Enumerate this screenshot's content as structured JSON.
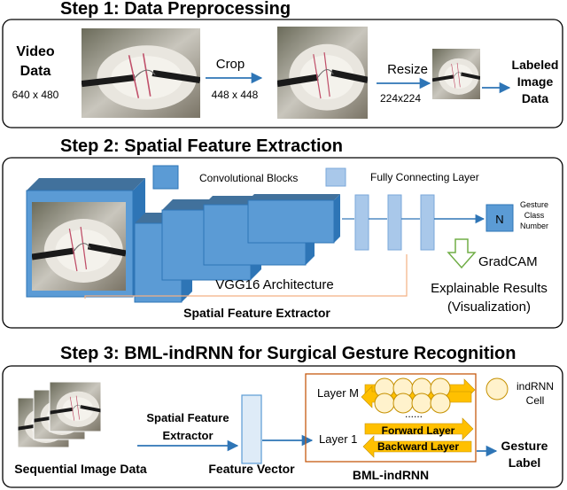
{
  "step1": {
    "title": "Step 1: Data Preprocessing",
    "video_label_line1": "Video",
    "video_label_line2": "Data",
    "video_size": "640 x 480",
    "crop_label": "Crop",
    "crop_size": "448 x 448",
    "resize_label": "Resize",
    "resize_size": "224x224",
    "labeled_line1": "Labeled",
    "labeled_line2": "Image",
    "labeled_line3": "Data"
  },
  "step2": {
    "title": "Step 2: Spatial Feature Extraction",
    "legend_conv": "Convolutional Blocks",
    "legend_fc": "Fully Connecting Layer",
    "output_node": "N",
    "gesture_class_line1": "Gesture",
    "gesture_class_line2": "Class",
    "gesture_class_line3": "Number",
    "gradcam": "GradCAM",
    "explain_line1": "Explainable Results",
    "explain_line2": "(Visualization)",
    "vgg_label": "VGG16 Architecture",
    "extractor_label": "Spatial Feature Extractor"
  },
  "step3": {
    "title": "Step 3: BML-indRNN for Surgical Gesture Recognition",
    "spatial_line1": "Spatial Feature",
    "spatial_line2": "Extractor",
    "sequential_label": "Sequential Image Data",
    "feature_vector_label": "Feature Vector",
    "layer_m": "Layer M",
    "layer_1": "Layer 1",
    "dots": "......",
    "forward_layer": "Forward Layer",
    "backward_layer": "Backward Layer",
    "bml_label": "BML-indRNN",
    "indrnn_line1": "indRNN",
    "indrnn_line2": "Cell",
    "gesture_label_line1": "Gesture",
    "gesture_label_line2": "Label"
  },
  "colors": {
    "blue": "#5b9bd5",
    "blue_dark": "#2e75b6",
    "light_blue": "#a9c8ea",
    "gold": "#ffc000",
    "yellow_light": "#fff2cc",
    "orange_frame": "#c55a11",
    "green": "#70ad47"
  }
}
